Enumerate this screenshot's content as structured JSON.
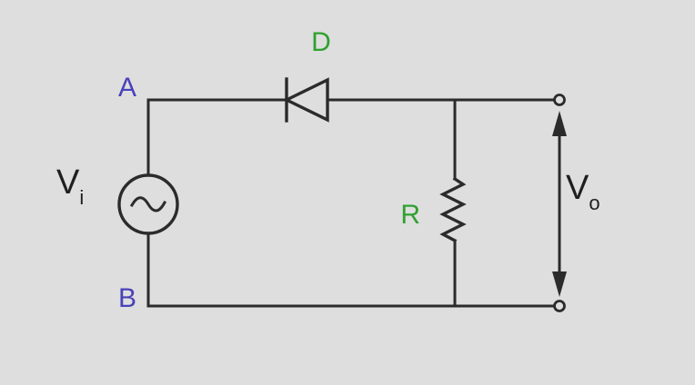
{
  "diagram": {
    "labels": {
      "node_a": "A",
      "node_b": "B",
      "diode": "D",
      "resistor": "R",
      "vin_main": "V",
      "vin_sub": "i",
      "vout_main": "V",
      "vout_sub": "o"
    },
    "colors": {
      "background": "#dedede",
      "wire": "#2b2b2b",
      "node_label": "#4a41bb",
      "component_label": "#2fa12f",
      "voltage_label": "#1f1f1f"
    }
  }
}
